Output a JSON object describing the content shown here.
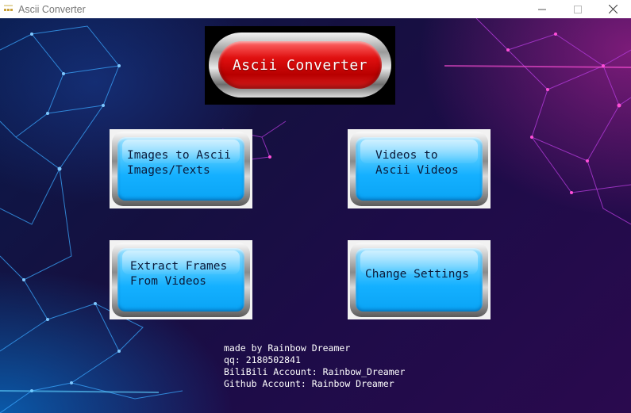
{
  "window": {
    "title": "Ascii Converter",
    "controls": [
      "minimize",
      "maximize",
      "close"
    ]
  },
  "main_title": "Ascii Converter",
  "buttons": {
    "images_to_ascii": [
      "Images to Ascii",
      "Images/Texts"
    ],
    "videos_to_ascii": [
      "Videos to",
      "Ascii Videos"
    ],
    "extract_frames": [
      "Extract Frames",
      "From Videos"
    ],
    "change_settings": "Change Settings"
  },
  "credits": {
    "made_by": "made by Rainbow Dreamer",
    "qq": "qq: 2180502841",
    "bilibili": "BiliBili Account: Rainbow_Dreamer",
    "github": "Github Account: Rainbow Dreamer"
  },
  "colors": {
    "title_button": "#d01010",
    "action_button": "#20b4ff",
    "background_left": "#0a1a4a",
    "background_right": "#2a0a4e"
  }
}
